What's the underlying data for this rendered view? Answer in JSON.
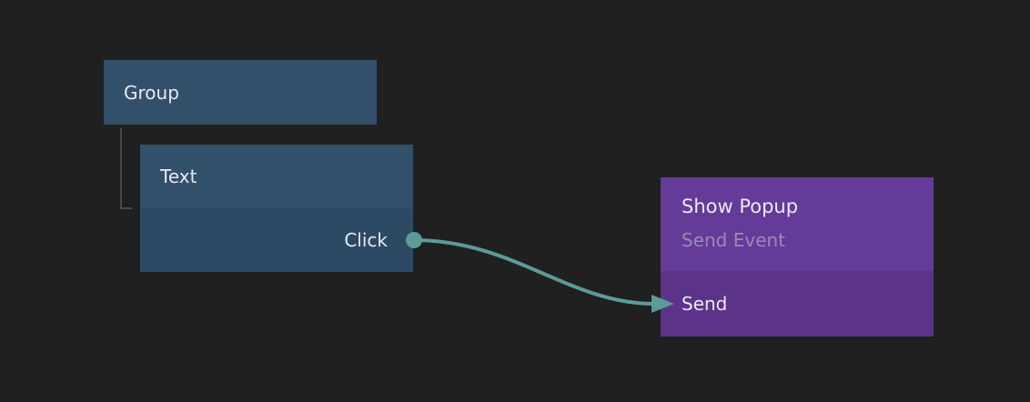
{
  "canvas": {
    "background": "#202021"
  },
  "colors": {
    "node_blue_header": "#33506b",
    "node_blue_body": "#2d4a65",
    "node_purple_header": "#653b99",
    "node_purple_body": "#5d3389",
    "connection_teal": "#5d9b98",
    "hierarchy_line_gray": "#494949",
    "text_primary": "#e9e9ee",
    "text_subtitle_muted": "#9b89b7"
  },
  "nodes": {
    "group": {
      "title": "Group"
    },
    "text": {
      "title": "Text",
      "output_port_label": "Click"
    },
    "show_popup": {
      "title": "Show Popup",
      "subtitle": "Send Event",
      "input_port_label": "Send"
    }
  },
  "connection": {
    "from_port": "Click",
    "to_port": "Send"
  }
}
